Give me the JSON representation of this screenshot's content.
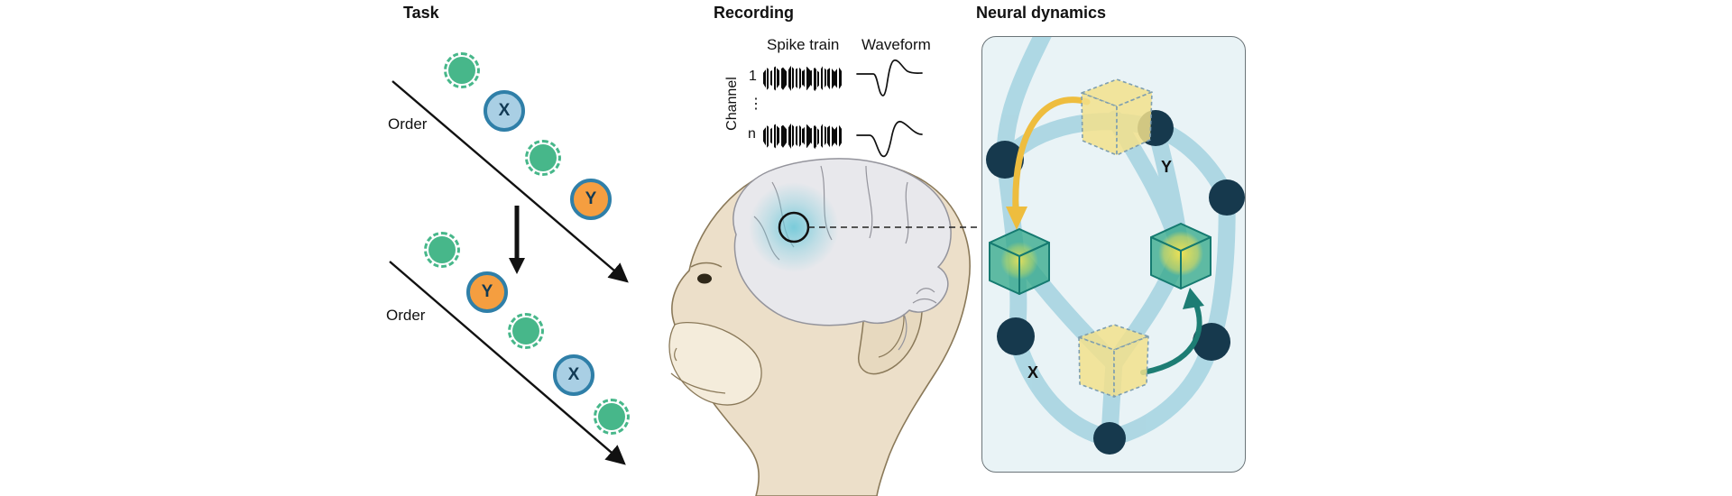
{
  "task": {
    "title": "Task",
    "order_label_top": "Order",
    "order_label_bottom": "Order",
    "stim_x": "X",
    "stim_y": "Y"
  },
  "recording": {
    "title": "Recording",
    "spike_train": "Spike train",
    "waveform": "Waveform",
    "channel": "Channel",
    "channel_first": "1",
    "channel_ellipsis": "⋮",
    "channel_last": "n"
  },
  "neural": {
    "title": "Neural dynamics",
    "state_y": "Y",
    "state_x": "X"
  },
  "colors": {
    "ink": "#111111",
    "green": "#47b78a",
    "blue_fill": "#a9cfe4",
    "orange_fill": "#f59e40",
    "stim_border": "#2f7fa8",
    "stim_text": "#123a54",
    "edge_blue": "#abd6e3",
    "node_dark": "#16394d",
    "panel_bg": "#e9f3f6",
    "panel_border": "#6b7478",
    "cube_yellow": "#f2e18c",
    "cube_yellow_border": "#7f9fb0",
    "cube_green": "#37a98c",
    "cube_green_border": "#157a70",
    "arrow_yellow": "#eebd3e",
    "arrow_teal": "#1d7d74",
    "skin": "#ecdfc9",
    "skin_light": "#f4ecdb",
    "skin_line": "#8a7959",
    "brain_fill": "#e8e8ec",
    "brain_line": "#94949c",
    "highlight_teal": "#6ec8d8"
  }
}
